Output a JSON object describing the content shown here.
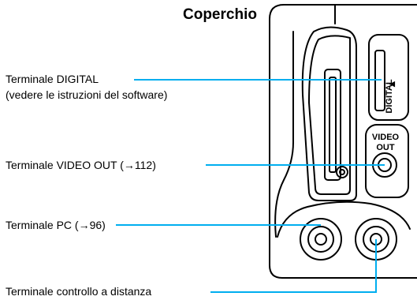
{
  "title": "Coperchio",
  "labels": {
    "digital_line1": "Terminale DIGITAL",
    "digital_line2": "(vedere le istruzioni del software)",
    "video_out": "Terminale VIDEO OUT (→112)",
    "pc": "Terminale PC (→96)",
    "remote": "Terminale controllo a distanza"
  },
  "device_text": {
    "digital": "DIGITAL",
    "video_line1": "VIDEO",
    "video_line2": "OUT"
  },
  "colors": {
    "leader_line": "#00aeef",
    "outline": "#000000"
  }
}
